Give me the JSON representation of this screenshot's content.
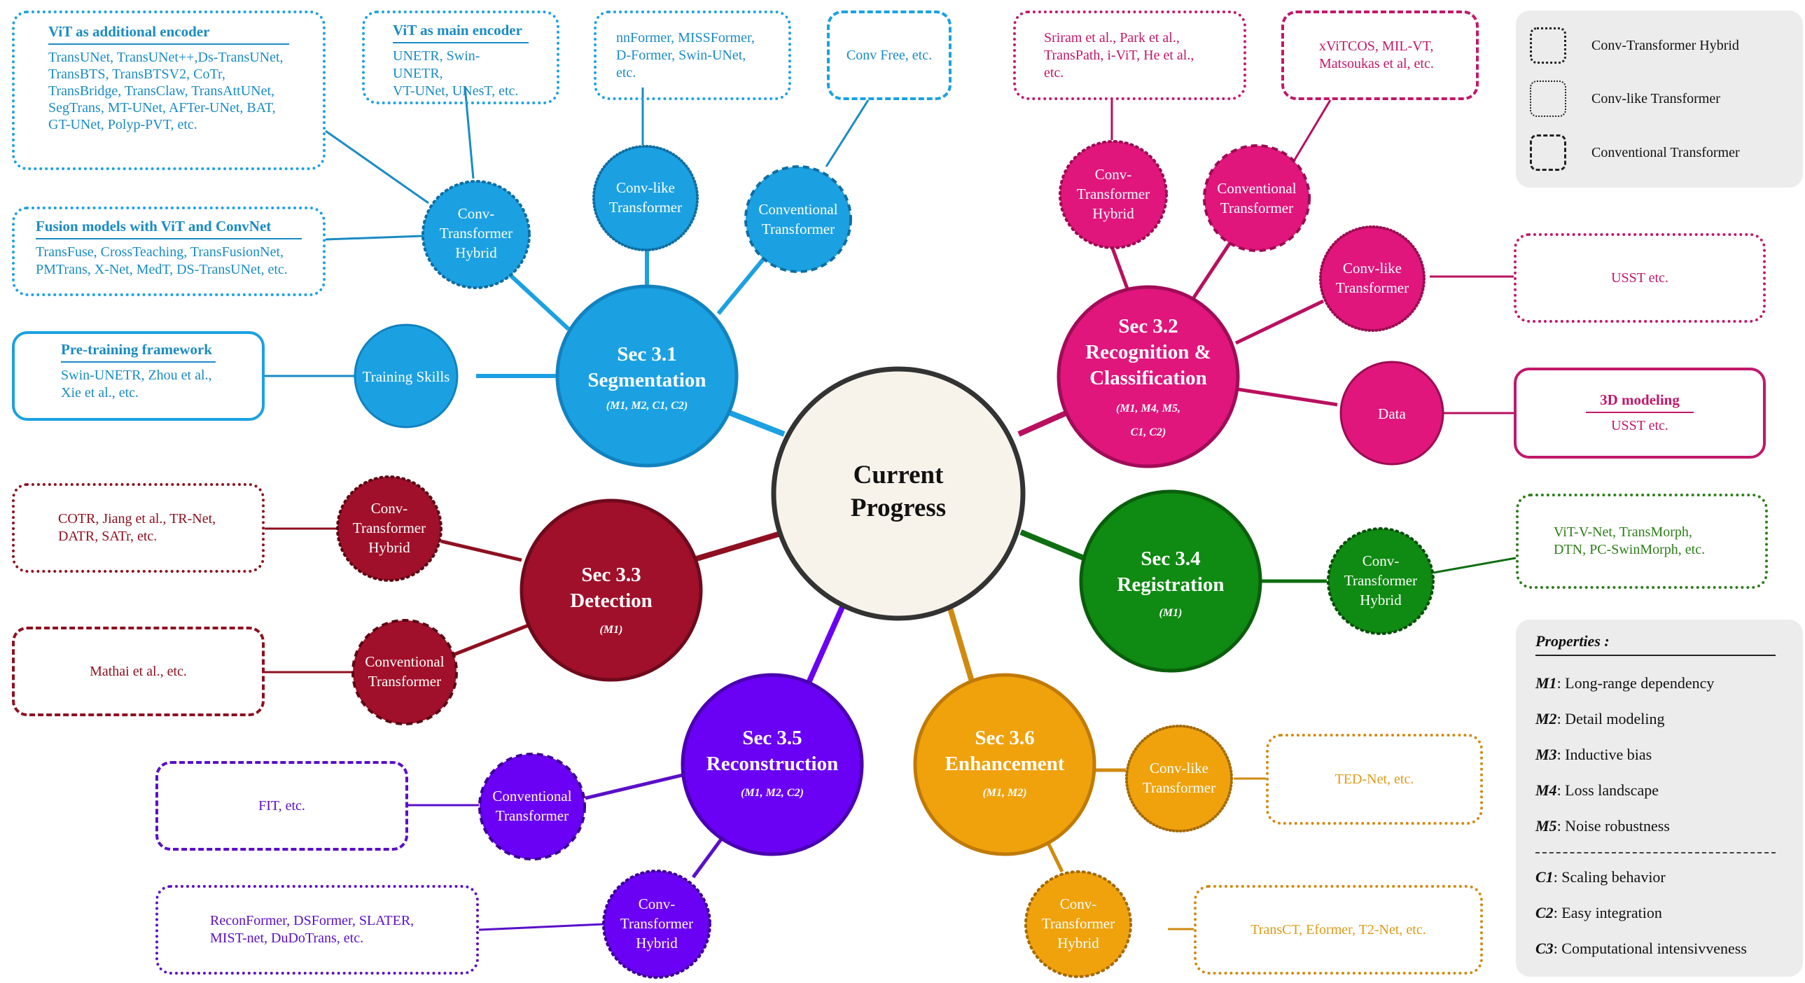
{
  "center": {
    "line1": "Current",
    "line2": "Progress"
  },
  "sections": {
    "seg": {
      "title1": "Sec 3.1",
      "title2": "Segmentation",
      "props": "(M1, M2, C1, C2)",
      "color": "#1ba1e2"
    },
    "rec": {
      "title1": "Sec 3.2",
      "title2": "Recognition &",
      "title3": "Classification",
      "props1": "(M1, M4, M5,",
      "props2": "C1, C2)",
      "color": "#e0167c"
    },
    "det": {
      "title1": "Sec 3.3",
      "title2": "Detection",
      "props": "(M1)",
      "color": "#a0102a"
    },
    "reg": {
      "title1": "Sec 3.4",
      "title2": "Registration",
      "props": "(M1)",
      "color": "#0f8a12"
    },
    "recon": {
      "title1": "Sec 3.5",
      "title2": "Reconstruction",
      "props": "(M1, M2, C2)",
      "color": "#6a00f4"
    },
    "enh": {
      "title1": "Sec 3.6",
      "title2": "Enhancement",
      "props": "(M1, M2)",
      "color": "#f0a20c"
    }
  },
  "nodes": {
    "seg_hybrid": [
      "Conv-",
      "Transformer",
      "Hybrid"
    ],
    "seg_convlike": [
      "Conv-like",
      "Transformer"
    ],
    "seg_conventional": [
      "Conventional",
      "Transformer"
    ],
    "seg_training": [
      "Training Skills"
    ],
    "rec_hybrid": [
      "Conv-",
      "Transformer",
      "Hybrid"
    ],
    "rec_conventional": [
      "Conventional",
      "Transformer"
    ],
    "rec_convlike": [
      "Conv-like",
      "Transformer"
    ],
    "rec_data": [
      "Data"
    ],
    "det_hybrid": [
      "Conv-",
      "Transformer",
      "Hybrid"
    ],
    "det_conventional": [
      "Conventional",
      "Transformer"
    ],
    "reg_hybrid": [
      "Conv-",
      "Transformer",
      "Hybrid"
    ],
    "recon_conventional": [
      "Conventional",
      "Transformer"
    ],
    "recon_hybrid": [
      "Conv-",
      "Transformer",
      "Hybrid"
    ],
    "enh_convlike": [
      "Conv-like",
      "Transformer"
    ],
    "enh_hybrid": [
      "Conv-",
      "Transformer",
      "Hybrid"
    ]
  },
  "boxes": {
    "vit_additional": {
      "heading": "ViT as additional encoder",
      "body": "TransUNet, TransUNet++,Ds-TransUNet,\nTransBTS, TransBTSV2, CoTr,\nTransBridge, TransClaw, TransAttUNet,\nSegTrans, MT-UNet, AFTer-UNet, BAT,\nGT-UNet, Polyp-PVT, etc."
    },
    "vit_main": {
      "heading": "ViT as main encoder",
      "body": "UNETR, Swin-UNETR,\nVT-UNet, UNesT, etc."
    },
    "seg_convlike_box": {
      "body": "nnFormer, MISSFormer,\nD-Former, Swin-UNet, etc."
    },
    "seg_conventional_box": {
      "body": "Conv Free, etc."
    },
    "fusion": {
      "heading": "Fusion models with ViT and ConvNet",
      "body": "TransFuse, CrossTeaching, TransFusionNet,\nPMTrans, X-Net, MedT, DS-TransUNet, etc."
    },
    "pretraining": {
      "heading": "Pre-training framework",
      "body": "Swin-UNETR,  Zhou et al.,\nXie et al., etc."
    },
    "rec_hybrid_box": {
      "body": "Sriram et al., Park et al.,\nTransPath, i-ViT, He et al., etc."
    },
    "rec_conventional_box": {
      "body": "xViTCOS, MIL-VT,\nMatsoukas et al, etc."
    },
    "rec_convlike_box": {
      "body": "USST etc."
    },
    "rec_data_box": {
      "heading": "3D modeling",
      "body": "USST etc."
    },
    "det_hybrid_box": {
      "body": "COTR, Jiang et al., TR-Net,\nDATR, SATr, etc."
    },
    "det_conventional_box": {
      "body": "Mathai et al., etc."
    },
    "reg_hybrid_box": {
      "body": "ViT-V-Net, TransMorph,\nDTN, PC-SwinMorph, etc."
    },
    "recon_conventional_box": {
      "body": "FIT, etc."
    },
    "recon_hybrid_box": {
      "body": "ReconFormer, DSFormer, SLATER,\nMIST-net, DuDoTrans, etc."
    },
    "enh_convlike_box": {
      "body": "TED-Net, etc."
    },
    "enh_hybrid_box": {
      "body": "TransCT, Eformer, T2-Net, etc."
    }
  },
  "legend": [
    {
      "style": "dotted",
      "label": "Conv-Transformer Hybrid"
    },
    {
      "style": "dotted-fine",
      "label": "Conv-like Transformer"
    },
    {
      "style": "dashed",
      "label": "Conventional Transformer"
    }
  ],
  "properties": {
    "heading": "Properties :",
    "items": [
      {
        "key": "M1",
        "text": ": Long-range dependency"
      },
      {
        "key": "M2",
        "text": ": Detail modeling"
      },
      {
        "key": "M3",
        "text": ": Inductive bias"
      },
      {
        "key": "M4",
        "text": ": Loss landscape"
      },
      {
        "key": "M5",
        "text": ": Noise robustness"
      },
      {
        "key": "C1",
        "text": ": Scaling  behavior"
      },
      {
        "key": "C2",
        "text": ": Easy integration"
      },
      {
        "key": "C3",
        "text": ": Computational intensivveness"
      }
    ]
  },
  "colors": {
    "seg": "#1ba1e2",
    "seg_text": "#1a8bc4",
    "rec": "#e0167c",
    "rec_dark": "#b8105f",
    "rec_text": "#c2186a",
    "det": "#a0102a",
    "det_text": "#8e1020",
    "reg": "#0f8a12",
    "reg_text": "#2e7d1a",
    "recon": "#6a00f4",
    "recon_text": "#5a0fc8",
    "enh": "#f0a20c",
    "enh_text": "#d98c0a"
  }
}
